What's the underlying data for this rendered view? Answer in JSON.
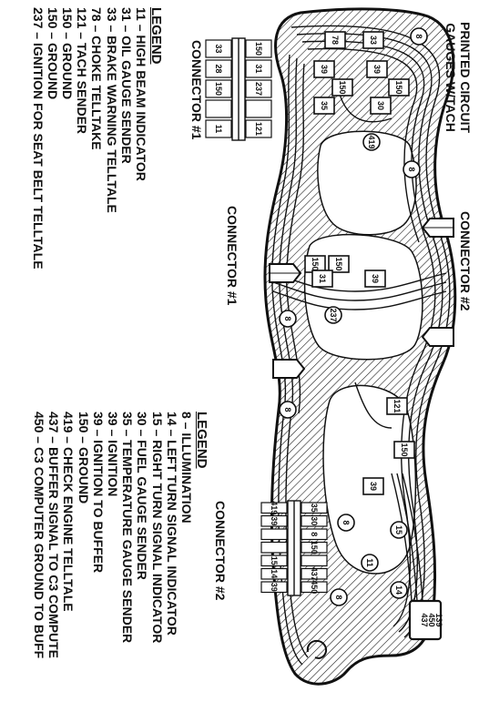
{
  "title_lines": [
    "PRINTED CIRCUIT",
    "GAUGES W/TACH"
  ],
  "board_connector_labels": [
    "CONNECTOR #2",
    "CONNECTOR #1"
  ],
  "connector1": {
    "title": "CONNECTOR #1",
    "top_pins": [
      "33",
      "28",
      "150",
      "",
      "11"
    ],
    "bottom_pins": [
      "150",
      "31",
      "237",
      "",
      "121"
    ]
  },
  "connector2": {
    "title": "CONNECTOR #2",
    "top_pins": [
      "419",
      "39",
      "",
      "",
      "15",
      "14",
      "39"
    ],
    "bottom_pins": [
      "35",
      "30",
      "8",
      "150",
      "",
      "437",
      "450"
    ]
  },
  "legend1": {
    "title": "LEGEND",
    "items": [
      {
        "code": "11",
        "desc": "HIGH BEAM INDICATOR"
      },
      {
        "code": "31",
        "desc": "OIL GAUGE SENDER"
      },
      {
        "code": "33",
        "desc": "BRAKE WARNING TELLTALE"
      },
      {
        "code": "78",
        "desc": "CHOKE TELLTAKE"
      },
      {
        "code": "121",
        "desc": "TACH SENDER"
      },
      {
        "code": "150",
        "desc": "GROUND"
      },
      {
        "code": "150",
        "desc": "GROUND"
      },
      {
        "code": "237",
        "desc": "IGNITION FOR SEAT BELT TELLTALE"
      }
    ]
  },
  "legend2": {
    "title": "LEGEND",
    "items": [
      {
        "code": "8",
        "desc": "ILLUMINATION"
      },
      {
        "code": "14",
        "desc": "LEFT TURN SIGNAL INDICATOR"
      },
      {
        "code": "15",
        "desc": "RIGHT TURN SIGNAL INDICATOR"
      },
      {
        "code": "30",
        "desc": "FUEL GAUGE SENDER"
      },
      {
        "code": "35",
        "desc": "TEMPERATURE GAUGE SENDER"
      },
      {
        "code": "39",
        "desc": "IGNITION"
      },
      {
        "code": "39",
        "desc": "IGNITION TO BUFFER"
      },
      {
        "code": "150",
        "desc": "GROUND"
      },
      {
        "code": "419",
        "desc": "CHECK ENGINE TELLTALE"
      },
      {
        "code": "437",
        "desc": "BUFFER SIGNAL TO C3 COMPUTE"
      },
      {
        "code": "450",
        "desc": "C3 COMPUTER GROUND TO BUFF"
      }
    ]
  },
  "board_pads": [
    {
      "label": "8"
    },
    {
      "label": "33"
    },
    {
      "label": "78"
    },
    {
      "label": "39"
    },
    {
      "label": "39"
    },
    {
      "label": "150"
    },
    {
      "label": "150"
    },
    {
      "label": "35"
    },
    {
      "label": "30"
    },
    {
      "label": "419"
    },
    {
      "label": "8"
    },
    {
      "label": "150"
    },
    {
      "label": "150"
    },
    {
      "label": "31"
    },
    {
      "label": "39"
    },
    {
      "label": "237"
    },
    {
      "label": "8"
    },
    {
      "label": "8"
    },
    {
      "label": "121"
    },
    {
      "label": "150"
    },
    {
      "label": "39"
    },
    {
      "label": "8"
    },
    {
      "label": "15"
    },
    {
      "label": "11"
    },
    {
      "label": "14"
    },
    {
      "label": "8"
    }
  ],
  "plug_labels": [
    "437",
    "450",
    "139"
  ],
  "colors": {
    "ink": "#111111",
    "paper": "#ffffff"
  }
}
